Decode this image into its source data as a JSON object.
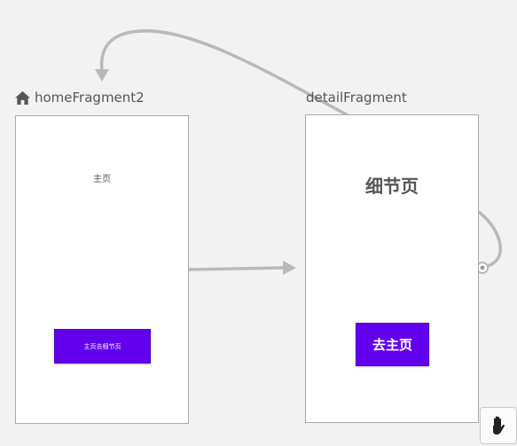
{
  "colors": {
    "canvas_bg": "#f2f2f2",
    "arrow": "#b9b9b9",
    "screen_border": "#a9a9a9",
    "button_bg": "#6200ee",
    "button_text": "#ffffff",
    "label_text": "#555555"
  },
  "fragments": {
    "home": {
      "label": "homeFragment2",
      "is_start_destination": true,
      "icon": "home-icon",
      "title": "主页",
      "button_label": "主页去细节页"
    },
    "detail": {
      "label": "detailFragment",
      "title": "细节页",
      "button_label": "去主页"
    }
  },
  "actions": [
    {
      "from": "homeFragment2",
      "to": "detailFragment"
    },
    {
      "from": "detailFragment",
      "to": "homeFragment2"
    }
  ],
  "tools": {
    "pan_icon": "hand-icon"
  }
}
